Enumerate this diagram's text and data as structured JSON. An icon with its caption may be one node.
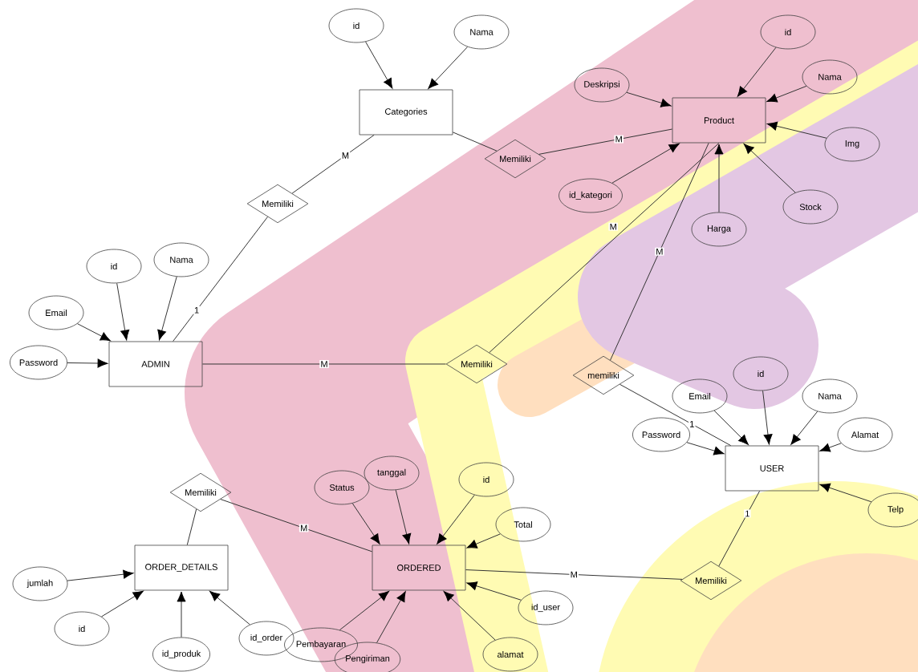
{
  "diagram": {
    "nodes": [
      {
        "text": [
          "Categories"
        ]
      },
      {
        "text": [
          "id"
        ]
      },
      {
        "text": [
          "Nama"
        ]
      },
      {
        "text": [
          "Memiliki"
        ]
      },
      {
        "text": [
          "Memiliki"
        ]
      },
      {
        "text": [
          "Product"
        ]
      },
      {
        "text": [
          "Deskripsi"
        ]
      },
      {
        "text": [
          "id"
        ]
      },
      {
        "text": [
          "Nama"
        ]
      },
      {
        "text": [
          "id_kategori"
        ]
      },
      {
        "text": [
          "Harga"
        ]
      },
      {
        "text": [
          "Img"
        ]
      },
      {
        "text": [
          "Stock"
        ]
      },
      {
        "text": [
          "ADMIN"
        ]
      },
      {
        "text": [
          "id"
        ]
      },
      {
        "text": [
          "Nama"
        ]
      },
      {
        "text": [
          "Email"
        ]
      },
      {
        "text": [
          "Password"
        ]
      },
      {
        "text": [
          "Memiliki"
        ]
      },
      {
        "text": [
          "memiliki"
        ]
      },
      {
        "text": [
          "USER"
        ]
      },
      {
        "text": [
          "Email"
        ]
      },
      {
        "text": [
          "id"
        ]
      },
      {
        "text": [
          "Nama"
        ]
      },
      {
        "text": [
          "Alamat"
        ]
      },
      {
        "text": [
          "Password"
        ]
      },
      {
        "text": [
          "Telp"
        ]
      },
      {
        "text": [
          "Memiliki"
        ]
      },
      {
        "text": [
          "Memiliki"
        ]
      },
      {
        "text": [
          "ORDER_DETAILS"
        ]
      },
      {
        "text": [
          "jumlah"
        ]
      },
      {
        "text": [
          "id"
        ]
      },
      {
        "text": [
          "id_produk"
        ]
      },
      {
        "text": [
          "ORDERED"
        ]
      },
      {
        "text": [
          "Status"
        ]
      },
      {
        "text": [
          "tanggal"
        ]
      },
      {
        "text": [
          "id"
        ]
      },
      {
        "text": [
          "Total"
        ]
      },
      {
        "text": [
          "id_order"
        ]
      },
      {
        "text": [
          "Pembayaran"
        ]
      },
      {
        "text": [
          "Pengiriman"
        ]
      },
      {
        "text": [
          "id_user"
        ]
      },
      {
        "text": [
          "alamat"
        ]
      }
    ],
    "edges": [
      {
        "from": 1,
        "to": 0,
        "arrow": "to"
      },
      {
        "from": 2,
        "to": 0,
        "arrow": "to"
      },
      {
        "from": 0,
        "to": 3,
        "arrow": "none",
        "label": "M"
      },
      {
        "from": 3,
        "to": 13,
        "arrow": "none",
        "label": "1"
      },
      {
        "from": 0,
        "to": 4,
        "arrow": "none"
      },
      {
        "from": 4,
        "to": 5,
        "arrow": "none",
        "label": "M"
      },
      {
        "from": 6,
        "to": 5,
        "arrow": "to"
      },
      {
        "from": 7,
        "to": 5,
        "arrow": "to"
      },
      {
        "from": 8,
        "to": 5,
        "arrow": "to"
      },
      {
        "from": 9,
        "to": 5,
        "arrow": "to"
      },
      {
        "from": 10,
        "to": 5,
        "arrow": "to"
      },
      {
        "from": 11,
        "to": 5,
        "arrow": "to"
      },
      {
        "from": 12,
        "to": 5,
        "arrow": "to"
      },
      {
        "from": 14,
        "to": 13,
        "arrow": "to"
      },
      {
        "from": 15,
        "to": 13,
        "arrow": "to"
      },
      {
        "from": 16,
        "to": 13,
        "arrow": "to"
      },
      {
        "from": 17,
        "to": 13,
        "arrow": "to"
      },
      {
        "from": 13,
        "to": 18,
        "arrow": "none",
        "label": "M"
      },
      {
        "from": 18,
        "to": 5,
        "arrow": "none",
        "label": "M"
      },
      {
        "from": 5,
        "to": 19,
        "arrow": "none",
        "label": "M"
      },
      {
        "from": 19,
        "to": 20,
        "arrow": "none",
        "label": "1"
      },
      {
        "from": 21,
        "to": 20,
        "arrow": "to"
      },
      {
        "from": 22,
        "to": 20,
        "arrow": "to"
      },
      {
        "from": 23,
        "to": 20,
        "arrow": "to"
      },
      {
        "from": 24,
        "to": 20,
        "arrow": "to"
      },
      {
        "from": 25,
        "to": 20,
        "arrow": "to"
      },
      {
        "from": 26,
        "to": 20,
        "arrow": "to"
      },
      {
        "from": 20,
        "to": 27,
        "arrow": "none",
        "label": "1"
      },
      {
        "from": 27,
        "to": 33,
        "arrow": "none",
        "label": "M"
      },
      {
        "from": 29,
        "to": 28,
        "arrow": "none"
      },
      {
        "from": 28,
        "to": 33,
        "arrow": "none",
        "label": "M"
      },
      {
        "from": 30,
        "to": 29,
        "arrow": "to"
      },
      {
        "from": 31,
        "to": 29,
        "arrow": "to"
      },
      {
        "from": 32,
        "to": 29,
        "arrow": "to"
      },
      {
        "from": 38,
        "to": 29,
        "arrow": "to"
      },
      {
        "from": 34,
        "to": 33,
        "arrow": "to"
      },
      {
        "from": 35,
        "to": 33,
        "arrow": "to"
      },
      {
        "from": 36,
        "to": 33,
        "arrow": "to"
      },
      {
        "from": 37,
        "to": 33,
        "arrow": "to"
      },
      {
        "from": 39,
        "to": 33,
        "arrow": "to"
      },
      {
        "from": 40,
        "to": 33,
        "arrow": "to"
      },
      {
        "from": 41,
        "to": 33,
        "arrow": "to"
      },
      {
        "from": 42,
        "to": 33,
        "arrow": "to"
      }
    ]
  }
}
